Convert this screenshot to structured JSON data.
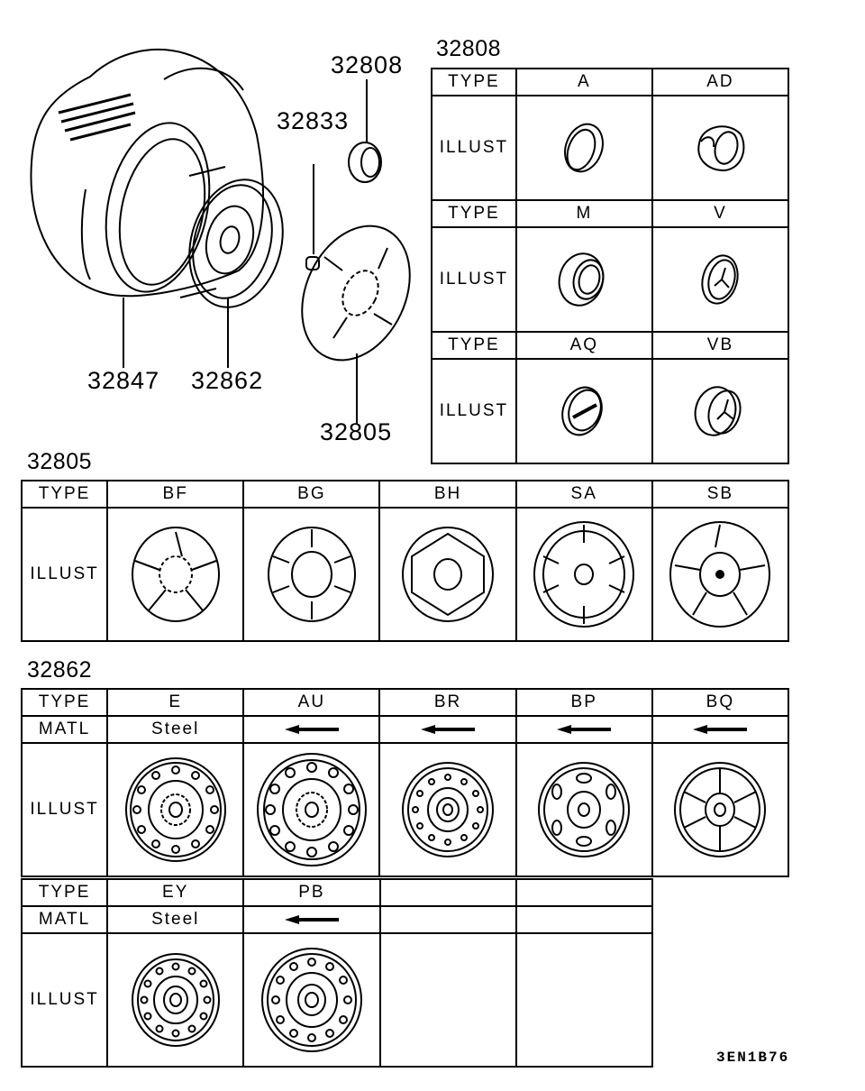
{
  "exploded_view": {
    "callouts": [
      {
        "id": "32808",
        "label": "32808",
        "part": "wheel cap"
      },
      {
        "id": "32833",
        "label": "32833",
        "part": "valve"
      },
      {
        "id": "32847",
        "label": "32847",
        "part": "tire"
      },
      {
        "id": "32862",
        "label": "32862",
        "part": "wheel"
      },
      {
        "id": "32805",
        "label": "32805",
        "part": "wheel cover"
      }
    ]
  },
  "table_32808": {
    "title": "32808",
    "row_label_type": "TYPE",
    "row_label_illust": "ILLUST",
    "rows": [
      {
        "types": [
          "A",
          "AD"
        ]
      },
      {
        "types": [
          "M",
          "V"
        ]
      },
      {
        "types": [
          "AQ",
          "VB"
        ]
      }
    ]
  },
  "table_32805": {
    "title": "32805",
    "row_label_type": "TYPE",
    "row_label_illust": "ILLUST",
    "types": [
      "BF",
      "BG",
      "BH",
      "SA",
      "SB"
    ]
  },
  "table_32862": {
    "title": "32862",
    "row_label_type": "TYPE",
    "row_label_matl": "MATL",
    "row_label_illust": "ILLUST",
    "row1": {
      "types": [
        "E",
        "AU",
        "BR",
        "BP",
        "BQ"
      ],
      "matl": [
        "Steel",
        "same-as-left-arrow",
        "same-as-left-arrow",
        "same-as-left-arrow",
        "same-as-left-arrow"
      ]
    },
    "row2": {
      "types": [
        "EY",
        "PB",
        "",
        ""
      ],
      "matl": [
        "Steel",
        "same-as-left-arrow",
        "",
        ""
      ]
    }
  },
  "diagram_code": "3EN1B76"
}
